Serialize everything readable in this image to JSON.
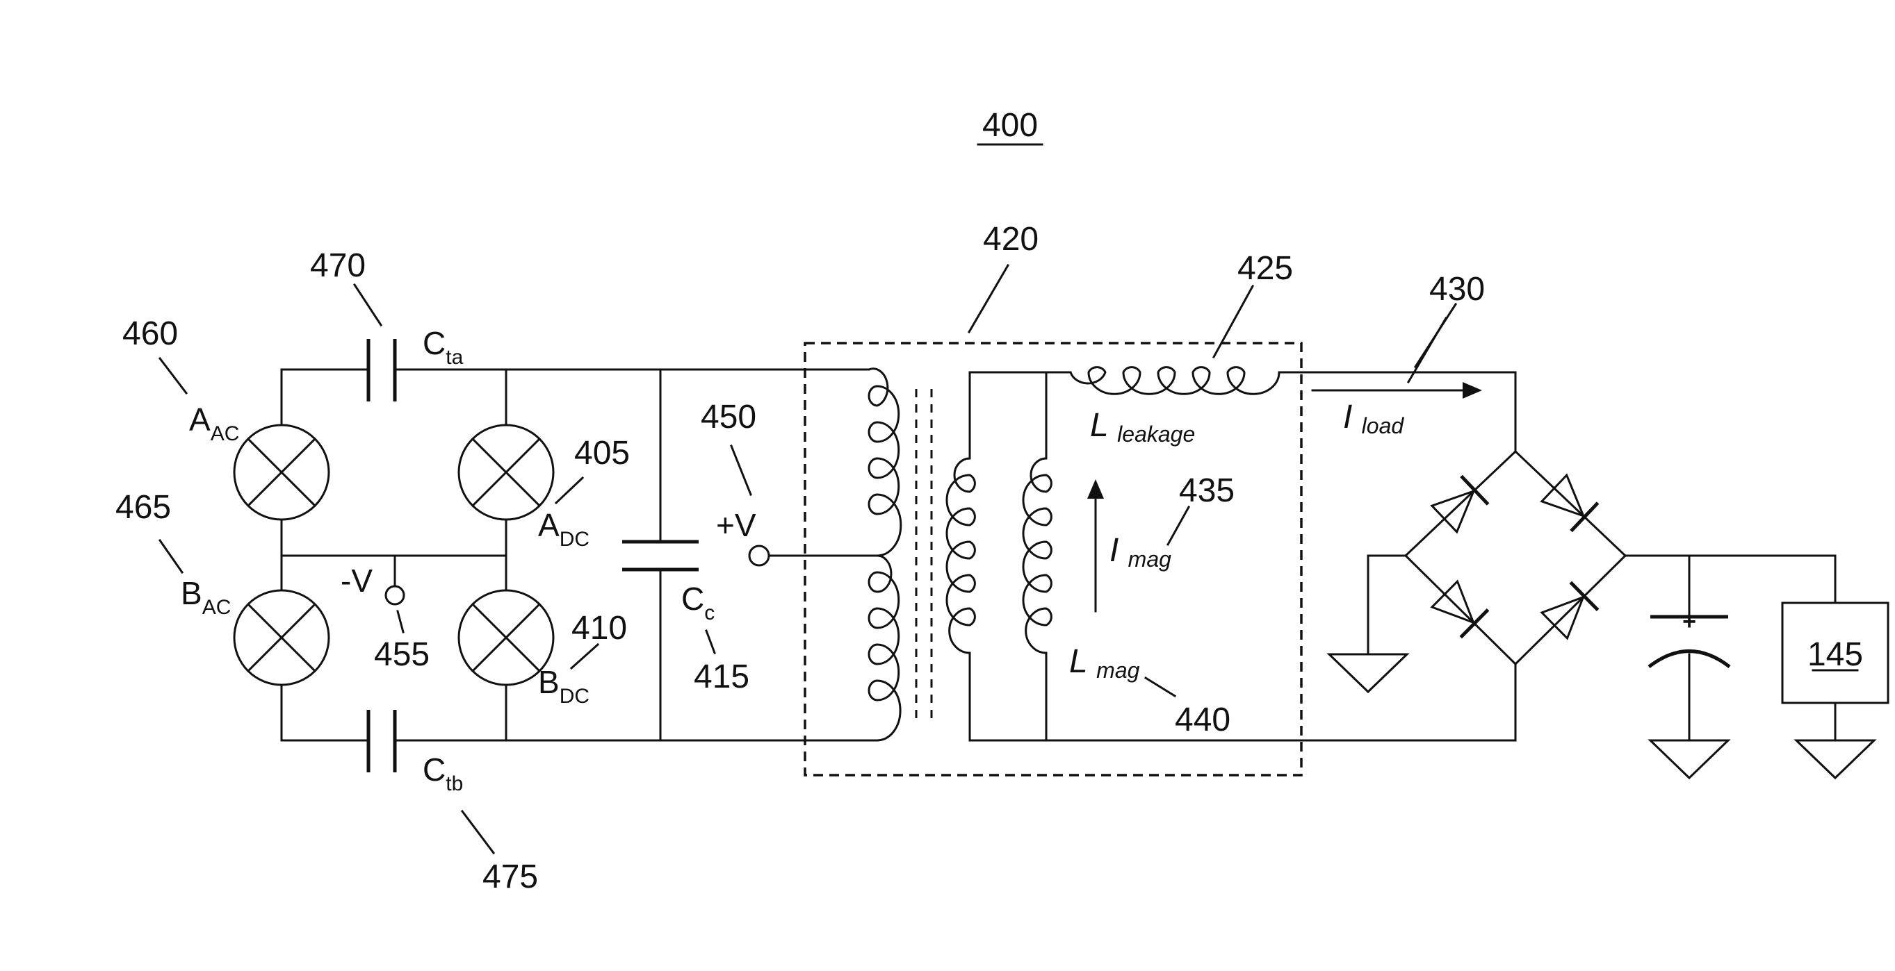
{
  "figure_ref": "400",
  "switches": {
    "a_ac": "AAC",
    "b_ac": "BAC",
    "a_dc": "ADC",
    "b_dc": "BDC"
  },
  "capacitors": {
    "c_ta": "Cta",
    "c_tb": "Ctb",
    "c_c": "Cc"
  },
  "terminals": {
    "pos_v": "+V",
    "neg_v": "-V"
  },
  "inductors": {
    "leakage": "Lleakage",
    "mag": "Lmag"
  },
  "currents": {
    "load": "Iload",
    "mag": "Imag"
  },
  "output_cap_polarity": "+",
  "load_box": "145",
  "refs": {
    "r405": "405",
    "r410": "410",
    "r415": "415",
    "r420": "420",
    "r425": "425",
    "r430": "430",
    "r435": "435",
    "r440": "440",
    "r450": "450",
    "r455": "455",
    "r460": "460",
    "r465": "465",
    "r470": "470",
    "r475": "475"
  }
}
